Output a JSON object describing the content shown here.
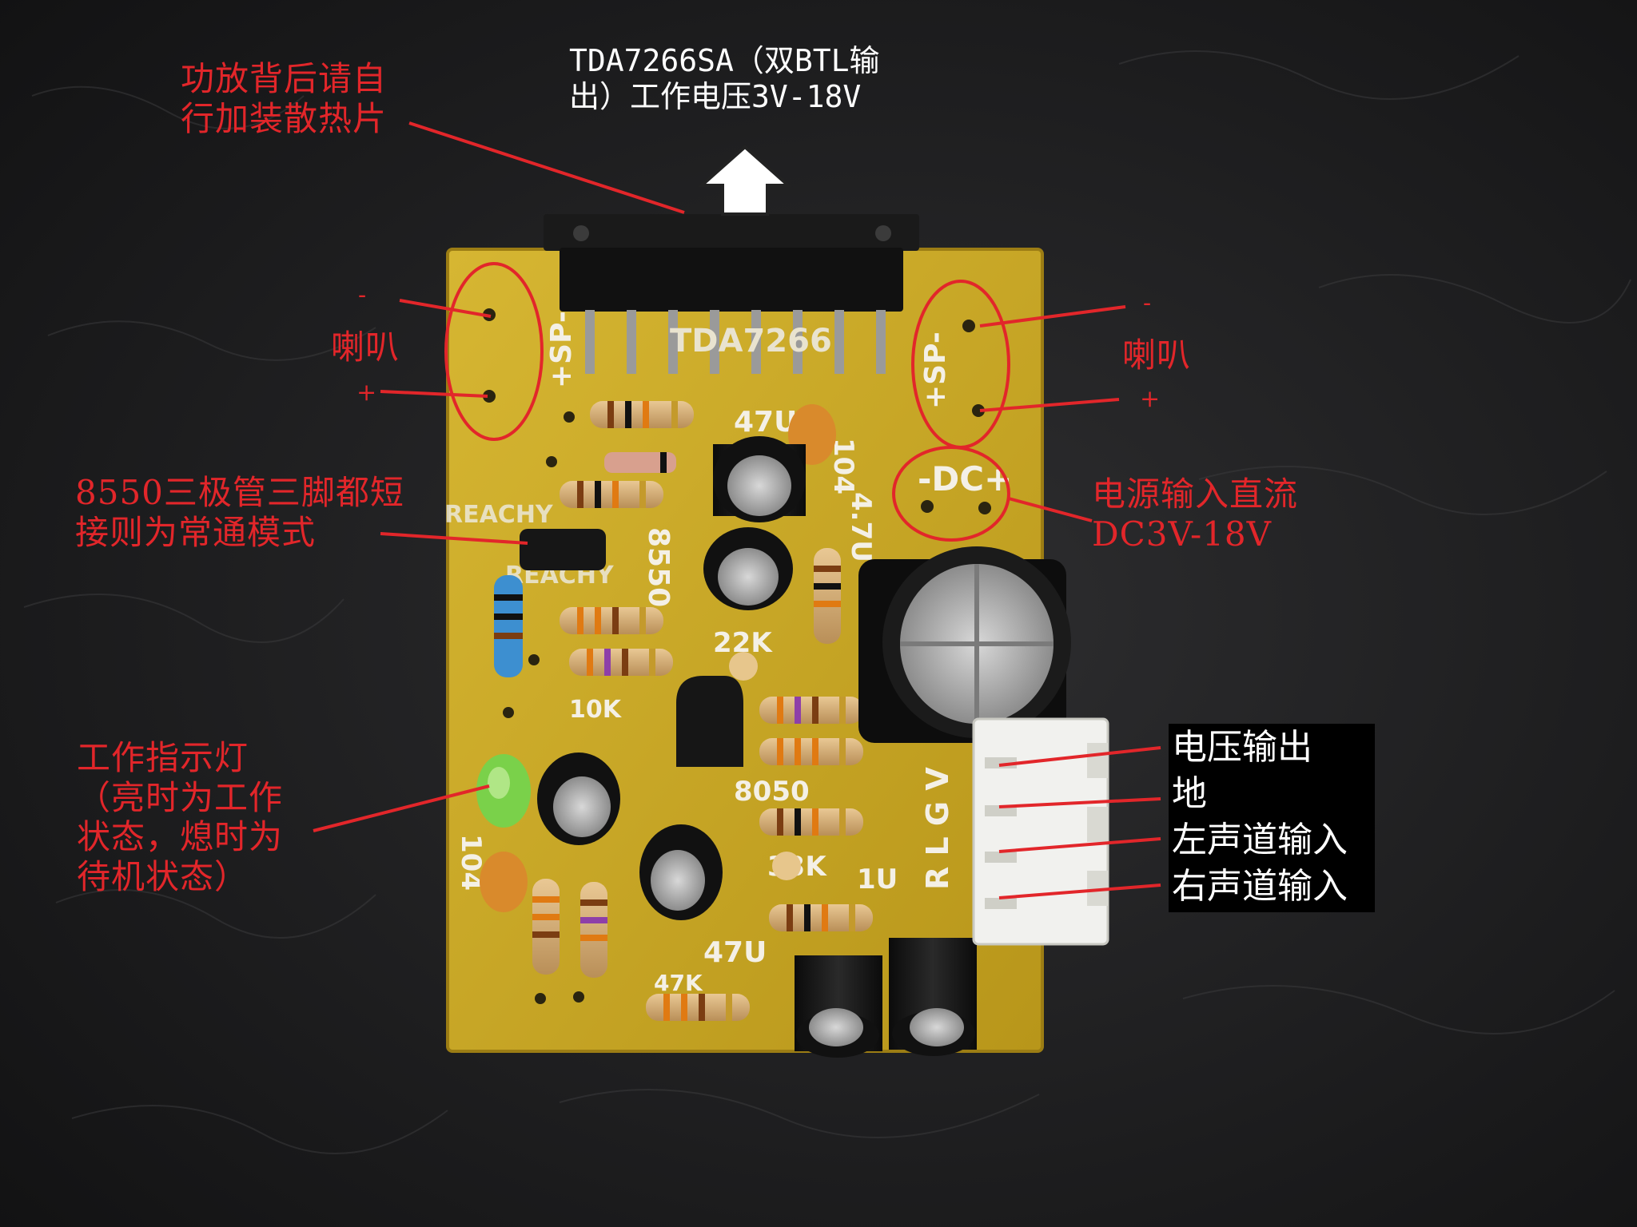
{
  "annotations": {
    "chip_title": "TDA7266SA（双BTL输\n出）工作电压3V-18V",
    "heatsink_note": "功放背后请自\n行加装散热片",
    "speaker_left": "喇叭",
    "speaker_right": "喇叭",
    "polarity_minus": "-",
    "polarity_plus": "+",
    "transistor_note": "8550三极管三脚都短\n接则为常通模式",
    "power_input": "电源输入直流\nDC3V-18V",
    "indicator_note": "工作指示灯\n（亮时为工作\n状态，熄时为\n待机状态）"
  },
  "connector_labels": [
    "电压输出",
    "地",
    "左声道输入",
    "右声道输入"
  ],
  "board_silkscreen": {
    "sp_left": "+SP-",
    "sp_right": "+SP-",
    "dc": "-DC+",
    "chip_marking": "TDA7266",
    "transistor_pnp": "8550",
    "transistor_npn": "8050",
    "cap_47u_top": "47U",
    "cap_47u_bottom": "47U",
    "cap_104_right": "104",
    "cap_104_left": "104",
    "cap_4_7u": "4.7U",
    "res_22k": "22K",
    "res_10k": "10K",
    "res_33k": "33K",
    "res_47k": "47K",
    "cap_1u": "1U",
    "connector_pins": "R L G V",
    "watermark": "REACHY"
  },
  "colors": {
    "annotation": "#e2262a",
    "board": "#c9a824",
    "background": "#1b1b1c"
  }
}
